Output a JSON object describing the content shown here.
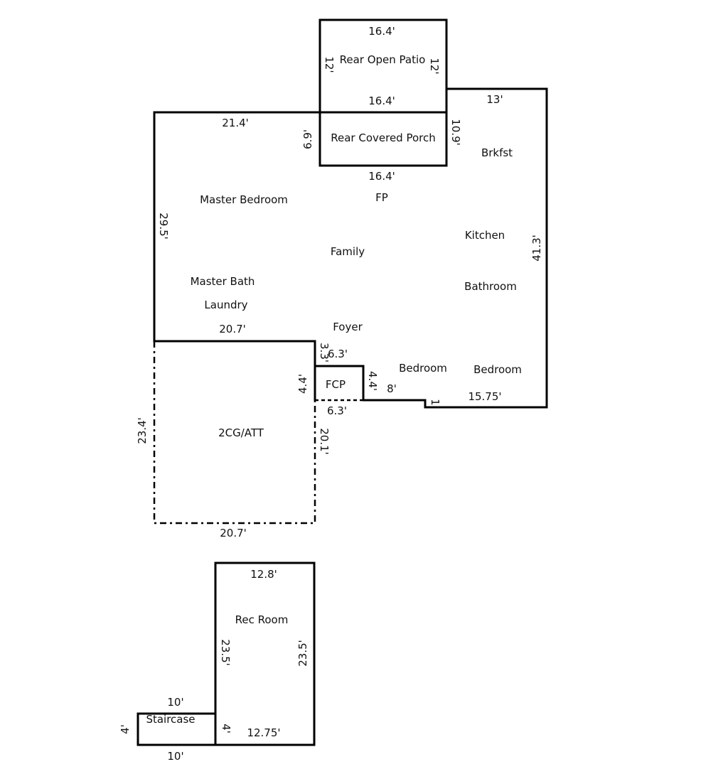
{
  "rooms": {
    "rear_open_patio": "Rear Open Patio",
    "rear_covered_porch": "Rear Covered Porch",
    "brkfst": "Brkfst",
    "master_bedroom": "Master Bedroom",
    "fp": "FP",
    "kitchen": "Kitchen",
    "family": "Family",
    "master_bath": "Master Bath",
    "bathroom": "Bathroom",
    "laundry": "Laundry",
    "foyer": "Foyer",
    "bedroom_1": "Bedroom",
    "bedroom_2": "Bedroom",
    "fcp": "FCP",
    "garage": "2CG/ATT",
    "rec_room": "Rec Room",
    "staircase": "Staircase"
  },
  "dimensions": {
    "patio_top": "16.4'",
    "patio_left": "12'",
    "patio_right": "12'",
    "patio_bottom": "16.4'",
    "brkfst_top": "13'",
    "main_top_left": "21.4'",
    "porch_left": "6.9'",
    "porch_right": "10.9'",
    "porch_bottom": "16.4'",
    "main_left": "29.5'",
    "main_right": "41.3'",
    "main_bottom_left": "20.7'",
    "foyer_step": "3.3'",
    "fcp_top": "6.3'",
    "fcp_left": "4.4'",
    "fcp_right": "4.4'",
    "fcp_bottom": "6.3'",
    "bedroom_step": "8'",
    "notch": "1'",
    "main_bottom_right": "15.75'",
    "garage_left": "23.4'",
    "garage_right": "20.1'",
    "garage_bottom": "20.7'",
    "rec_top": "12.8'",
    "rec_left": "23.5'",
    "rec_right": "23.5'",
    "rec_bottom": "12.75'",
    "stair_top": "10'",
    "stair_left": "4'",
    "stair_right": "4'",
    "stair_bottom": "10'"
  }
}
